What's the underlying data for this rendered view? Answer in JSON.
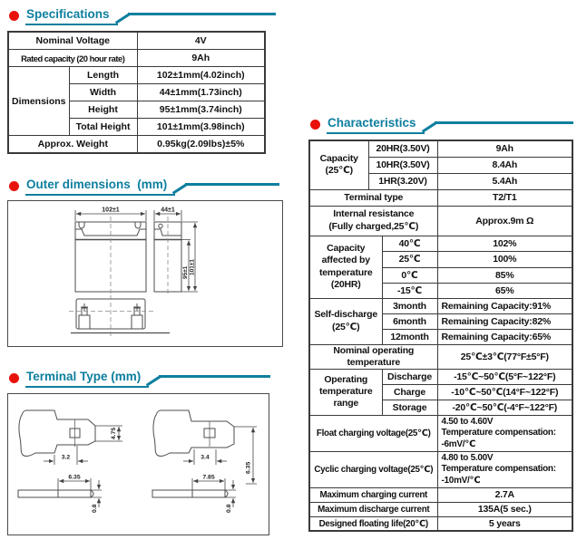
{
  "colors": {
    "accent_teal": "#0d7f9f",
    "bullet_red": "#e8120b",
    "table_border": "#3a3a3a",
    "text": "#111111"
  },
  "sections": {
    "specifications": {
      "title": "Specifications",
      "table": {
        "nominal_voltage": {
          "label": "Nominal Voltage",
          "value": "4V"
        },
        "rated_capacity": {
          "label": "Rated capacity (20 hour rate)",
          "value": "9Ah"
        },
        "dimensions": {
          "label": "Dimensions",
          "rows": [
            {
              "label": "Length",
              "value": "102±1mm(4.02inch)"
            },
            {
              "label": "Width",
              "value": "44±1mm(1.73inch)"
            },
            {
              "label": "Height",
              "value": "95±1mm(3.74inch)"
            },
            {
              "label": "Total Height",
              "value": "101±1mm(3.98inch)"
            }
          ]
        },
        "weight": {
          "label": "Approx. Weight",
          "value": "0.95kg(2.09lbs)±5%"
        }
      }
    },
    "outer_dimensions": {
      "title": "Outer dimensions  (mm)",
      "labels": {
        "width": "102±1",
        "depth": "44±1",
        "height": "95±1",
        "total_height": "101±1"
      }
    },
    "terminal_type": {
      "title": "Terminal Type (mm)",
      "t1": {
        "tab_height": "4.75",
        "hole_offset": "3.2",
        "length": "6.35",
        "thickness": "0.8"
      },
      "t2": {
        "tab_height": "6.35",
        "hole_offset": "3.4",
        "length": "7.85",
        "thickness": "0.8"
      }
    },
    "characteristics": {
      "title": "Characteristics",
      "capacity": {
        "label": "Capacity\n(25℃)",
        "rows": [
          {
            "cond": "20HR(3.50V)",
            "value": "9Ah"
          },
          {
            "cond": "10HR(3.50V)",
            "value": "8.4Ah"
          },
          {
            "cond": "1HR(3.20V)",
            "value": "5.4Ah"
          }
        ]
      },
      "terminal_type": {
        "label": "Terminal type",
        "value": "T2/T1"
      },
      "internal_resistance": {
        "label": "Internal resistance\n(Fully charged,25℃)",
        "value": "Approx.9m Ω"
      },
      "cap_temp": {
        "label": "Capacity\naffected by\ntemperature\n(20HR)",
        "rows": [
          {
            "cond": "40℃",
            "value": "102%"
          },
          {
            "cond": "25℃",
            "value": "100%"
          },
          {
            "cond": "0℃",
            "value": "85%"
          },
          {
            "cond": "-15℃",
            "value": "65%"
          }
        ]
      },
      "self_discharge": {
        "label": "Self-discharge\n(25℃)",
        "rows": [
          {
            "cond": "3month",
            "value": "Remaining Capacity:91%"
          },
          {
            "cond": "6month",
            "value": "Remaining Capacity:82%"
          },
          {
            "cond": "12month",
            "value": "Remaining Capacity:65%"
          }
        ]
      },
      "nominal_temp": {
        "label": "Nominal operating\ntemperature",
        "value": "25℃±3℃(77°F±5°F)"
      },
      "op_temp": {
        "label": "Operating\ntemperature\nrange",
        "rows": [
          {
            "cond": "Discharge",
            "value": "-15℃~50℃(5°F~122°F)"
          },
          {
            "cond": "Charge",
            "value": "-10℃~50℃(14°F~122°F)"
          },
          {
            "cond": "Storage",
            "value": "-20℃~50℃(-4°F~122°F)"
          }
        ]
      },
      "float_charge": {
        "label": "Float charging voltage(25℃)",
        "value": "4.50 to 4.60V\nTemperature compensation:\n-6mV/℃"
      },
      "cyclic_charge": {
        "label": "Cyclic charging voltage(25℃)",
        "value": "4.80 to 5.00V\nTemperature compensation:\n-10mV/℃"
      },
      "max_charge_current": {
        "label": "Maximum charging current",
        "value": "2.7A"
      },
      "max_discharge_current": {
        "label": "Maximum discharge current",
        "value": "135A(5 sec.)"
      },
      "float_life": {
        "label": "Designed floating life(20℃)",
        "value": "5 years"
      }
    }
  }
}
